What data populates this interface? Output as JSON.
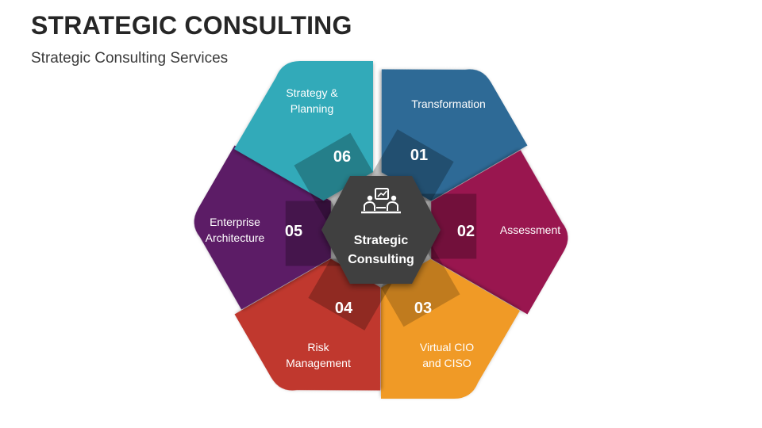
{
  "title": "STRATEGIC CONSULTING",
  "subtitle": "Strategic Consulting Services",
  "center": {
    "label_line1": "Strategic",
    "label_line2": "Consulting",
    "icon": "meeting-people-icon"
  },
  "segments": [
    {
      "number": "01",
      "label_line1": "Transformation",
      "label_line2": "",
      "color": "#2E6A96"
    },
    {
      "number": "02",
      "label_line1": "Assessment",
      "label_line2": "",
      "color": "#99174F"
    },
    {
      "number": "03",
      "label_line1": "Virtual CIO",
      "label_line2": "and CISO",
      "color": "#F09A27"
    },
    {
      "number": "04",
      "label_line1": "Risk",
      "label_line2": "Management",
      "color": "#C0392F"
    },
    {
      "number": "05",
      "label_line1": "Enterprise",
      "label_line2": "Architecture",
      "color": "#5C1F66"
    },
    {
      "number": "06",
      "label_line1": "Strategy &",
      "label_line2": "Planning",
      "color": "#30AAB9"
    }
  ],
  "colors": {
    "center_fill": "#414141",
    "title": "#262626"
  }
}
